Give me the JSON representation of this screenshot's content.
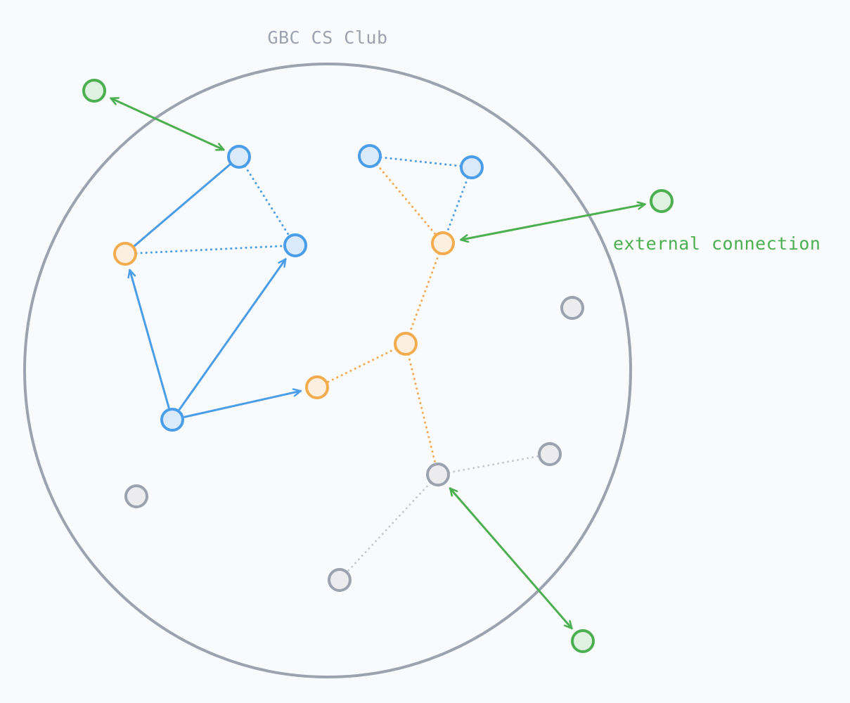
{
  "diagram": {
    "title": "GBC CS Club",
    "external_label": "external connection"
  },
  "colors": {
    "background": "#f9fafb",
    "boundary": "#9ca3af",
    "blue": "#4a9de8",
    "blue_fill": "#dbeafa",
    "orange": "#f2ac4e",
    "orange_fill": "#fdefe0",
    "gray": "#9ca3af",
    "gray_fill": "#ececee",
    "gray_link": "#c9ccd1",
    "green": "#4caf50",
    "green_fill": "#dff1e0"
  },
  "nodes": [
    {
      "id": "blue-top-left",
      "group": "blue"
    },
    {
      "id": "blue-mid-left",
      "group": "blue"
    },
    {
      "id": "blue-bottom-left",
      "group": "blue"
    },
    {
      "id": "blue-top-center",
      "group": "blue"
    },
    {
      "id": "blue-top-right",
      "group": "blue"
    },
    {
      "id": "orange-left",
      "group": "orange"
    },
    {
      "id": "orange-top-right",
      "group": "orange"
    },
    {
      "id": "orange-center",
      "group": "orange"
    },
    {
      "id": "orange-lower",
      "group": "orange"
    },
    {
      "id": "gray-hub",
      "group": "gray"
    },
    {
      "id": "gray-right",
      "group": "gray"
    },
    {
      "id": "gray-bottom",
      "group": "gray"
    },
    {
      "id": "gray-left",
      "group": "gray"
    },
    {
      "id": "gray-right-upper",
      "group": "gray"
    },
    {
      "id": "green-top-left",
      "group": "green"
    },
    {
      "id": "green-right",
      "group": "green"
    },
    {
      "id": "green-bottom",
      "group": "green"
    }
  ],
  "links": [
    {
      "from": "orange-left",
      "to": "blue-top-left",
      "style": "solid",
      "group": "blue"
    },
    {
      "from": "blue-top-left",
      "to": "blue-mid-left",
      "style": "dotted",
      "group": "blue"
    },
    {
      "from": "orange-left",
      "to": "blue-mid-left",
      "style": "dotted",
      "group": "blue"
    },
    {
      "from": "blue-bottom-left",
      "to": "orange-left",
      "style": "arrow",
      "group": "blue"
    },
    {
      "from": "blue-bottom-left",
      "to": "blue-mid-left",
      "style": "arrow",
      "group": "blue"
    },
    {
      "from": "blue-bottom-left",
      "to": "orange-lower",
      "style": "arrow",
      "group": "blue"
    },
    {
      "from": "blue-top-center",
      "to": "blue-top-right",
      "style": "dotted",
      "group": "blue"
    },
    {
      "from": "blue-top-right",
      "to": "orange-top-right",
      "style": "dotted",
      "group": "blue"
    },
    {
      "from": "blue-top-center",
      "to": "orange-top-right",
      "style": "dotted",
      "group": "orange"
    },
    {
      "from": "orange-top-right",
      "to": "orange-center",
      "style": "dotted",
      "group": "orange"
    },
    {
      "from": "orange-center",
      "to": "orange-lower",
      "style": "dotted",
      "group": "orange"
    },
    {
      "from": "orange-center",
      "to": "gray-hub",
      "style": "dotted",
      "group": "orange"
    },
    {
      "from": "gray-hub",
      "to": "gray-right",
      "style": "dotted",
      "group": "gray"
    },
    {
      "from": "gray-hub",
      "to": "gray-bottom",
      "style": "dotted",
      "group": "gray"
    },
    {
      "from": "green-top-left",
      "to": "blue-top-left",
      "style": "double-arrow",
      "group": "green"
    },
    {
      "from": "orange-top-right",
      "to": "green-right",
      "style": "double-arrow",
      "group": "green"
    },
    {
      "from": "gray-hub",
      "to": "green-bottom",
      "style": "double-arrow",
      "group": "green"
    }
  ]
}
